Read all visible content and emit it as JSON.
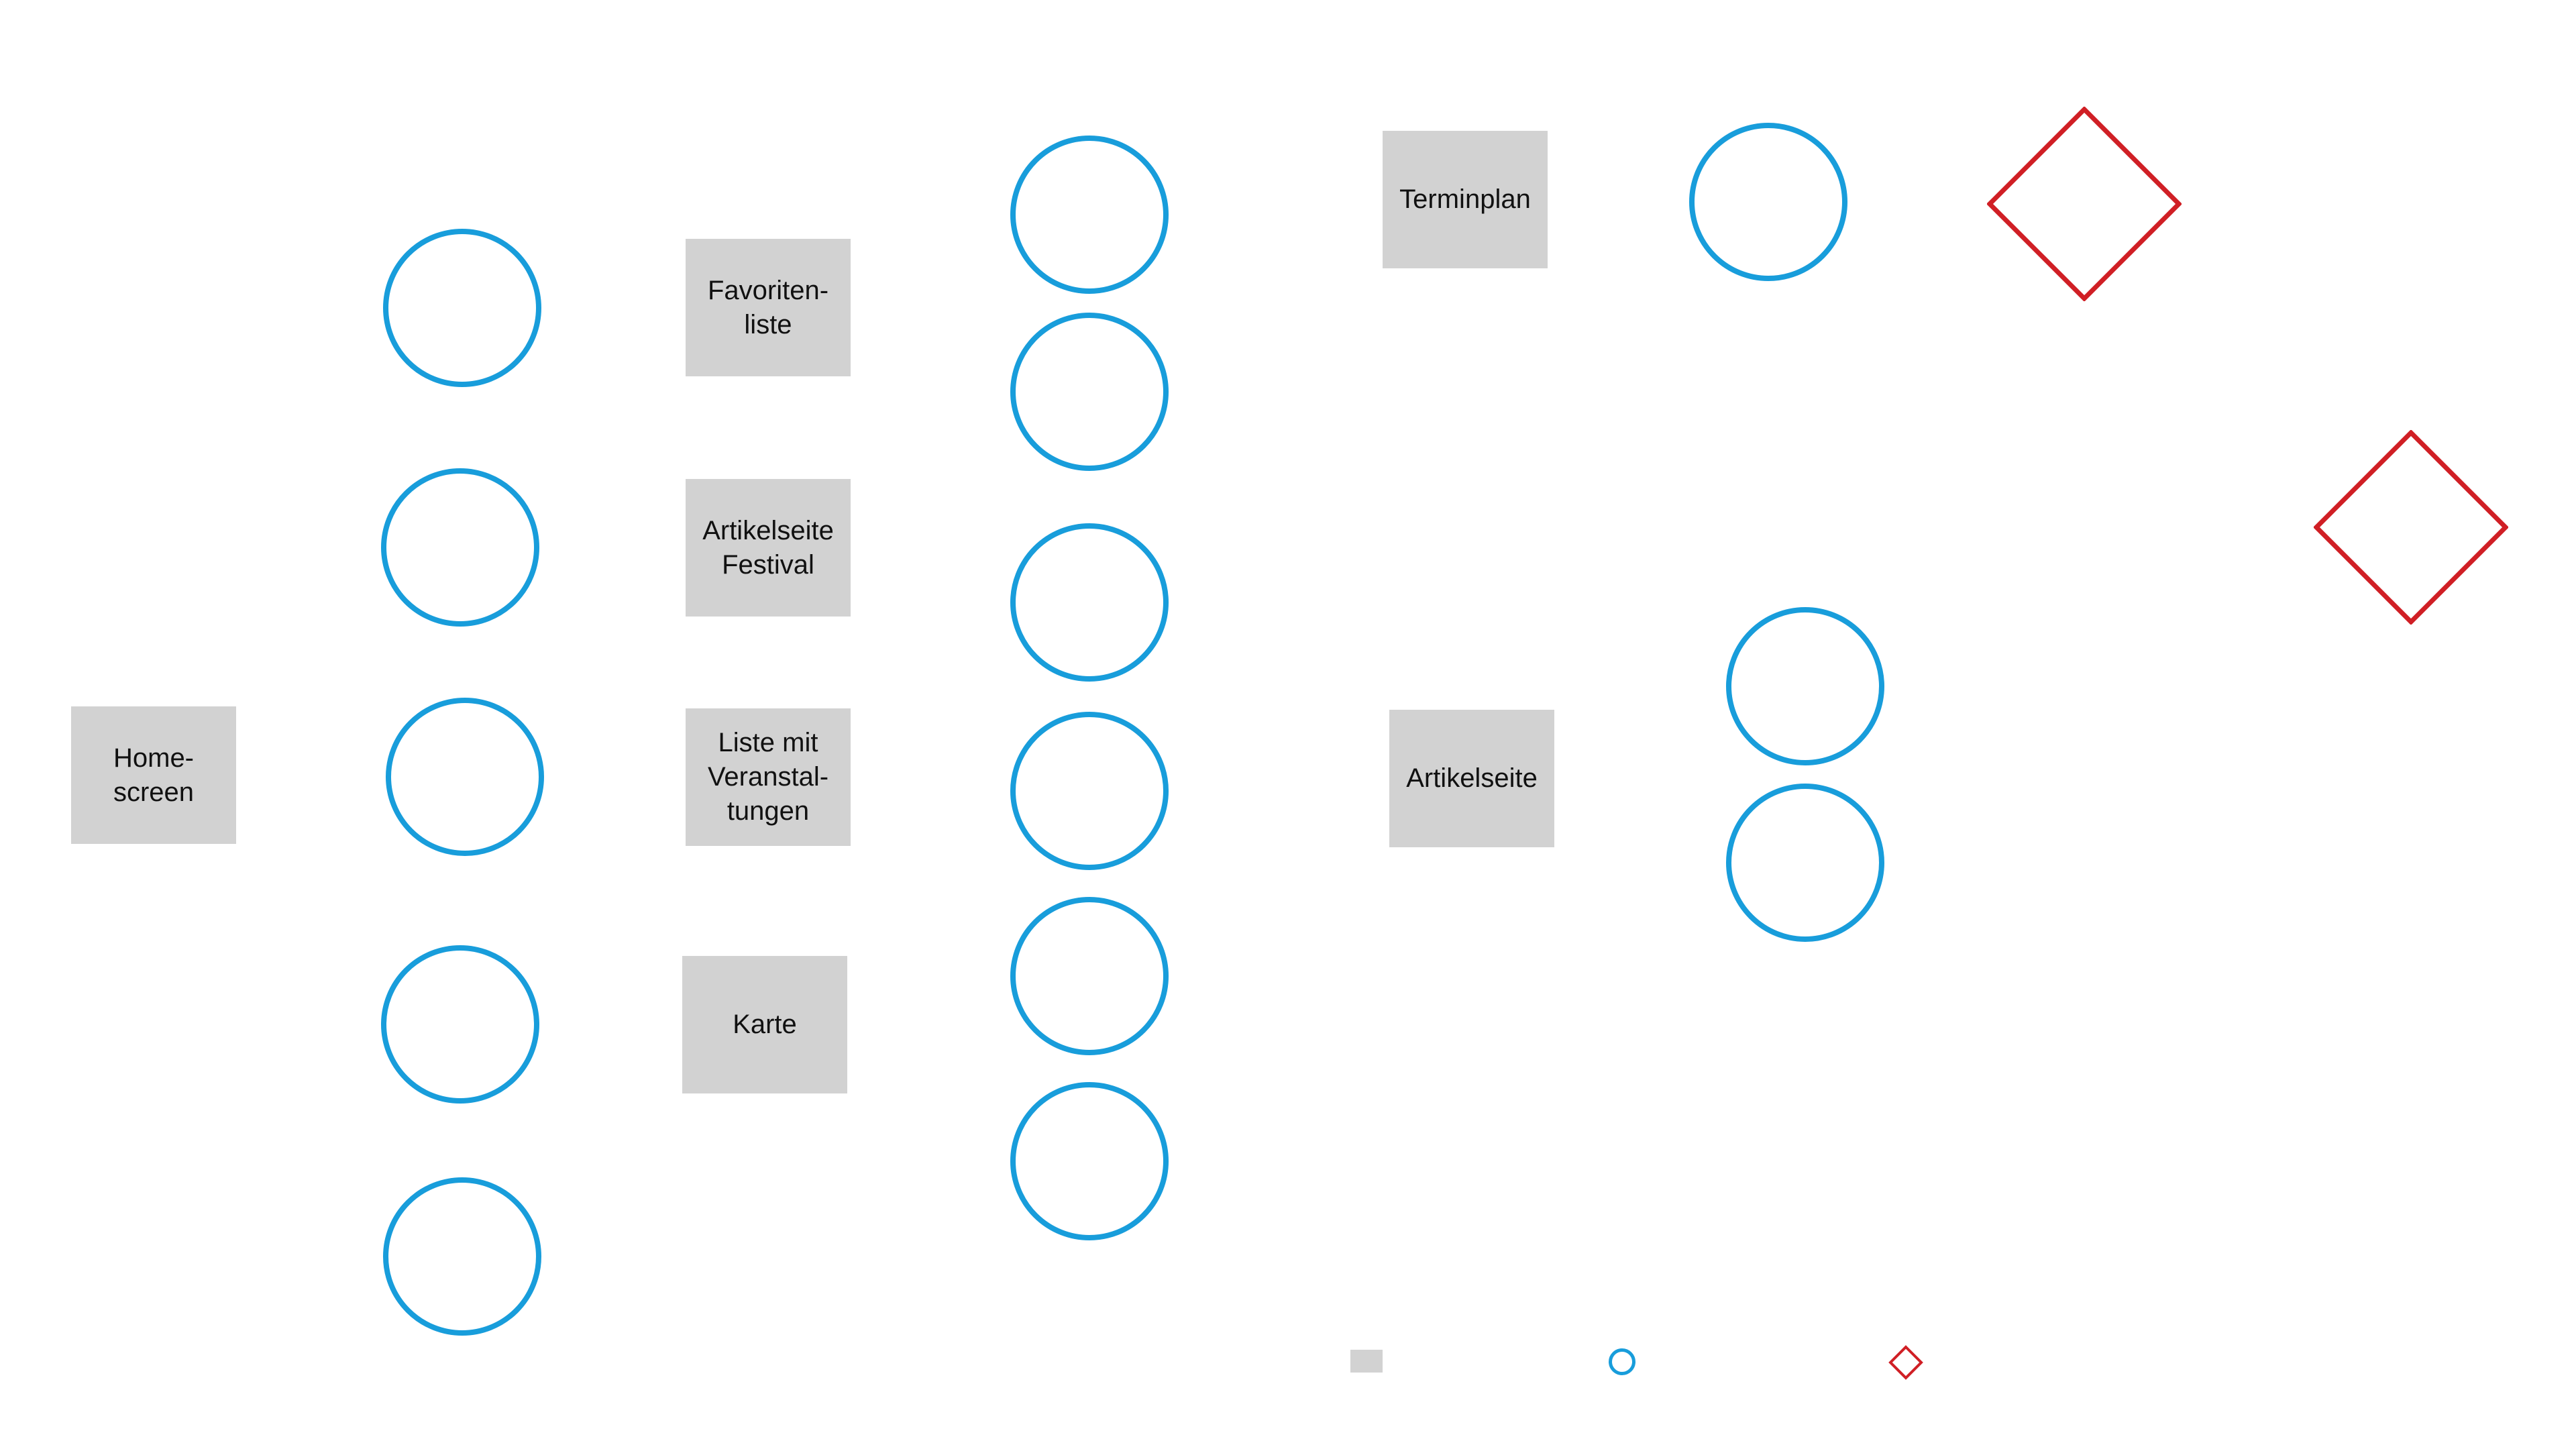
{
  "colors": {
    "screen_fill": "#d2d2d2",
    "interaction_stroke": "#189ddb",
    "decision_stroke": "#d01f25",
    "background": "#ffffff"
  },
  "screens": {
    "homescreen": "Home-\nscreen",
    "favoritenliste": "Favoriten-\nliste",
    "artikelseite_festival": "Artikelseite\nFestival",
    "liste_veranstaltungen": "Liste mit\nVeranstal-\ntungen",
    "karte": "Karte",
    "terminplan": "Terminplan",
    "artikelseite": "Artikelseite"
  },
  "legend": {
    "screen_symbol": "screen-box-icon",
    "interaction_symbol": "circle-icon",
    "decision_symbol": "diamond-icon"
  }
}
